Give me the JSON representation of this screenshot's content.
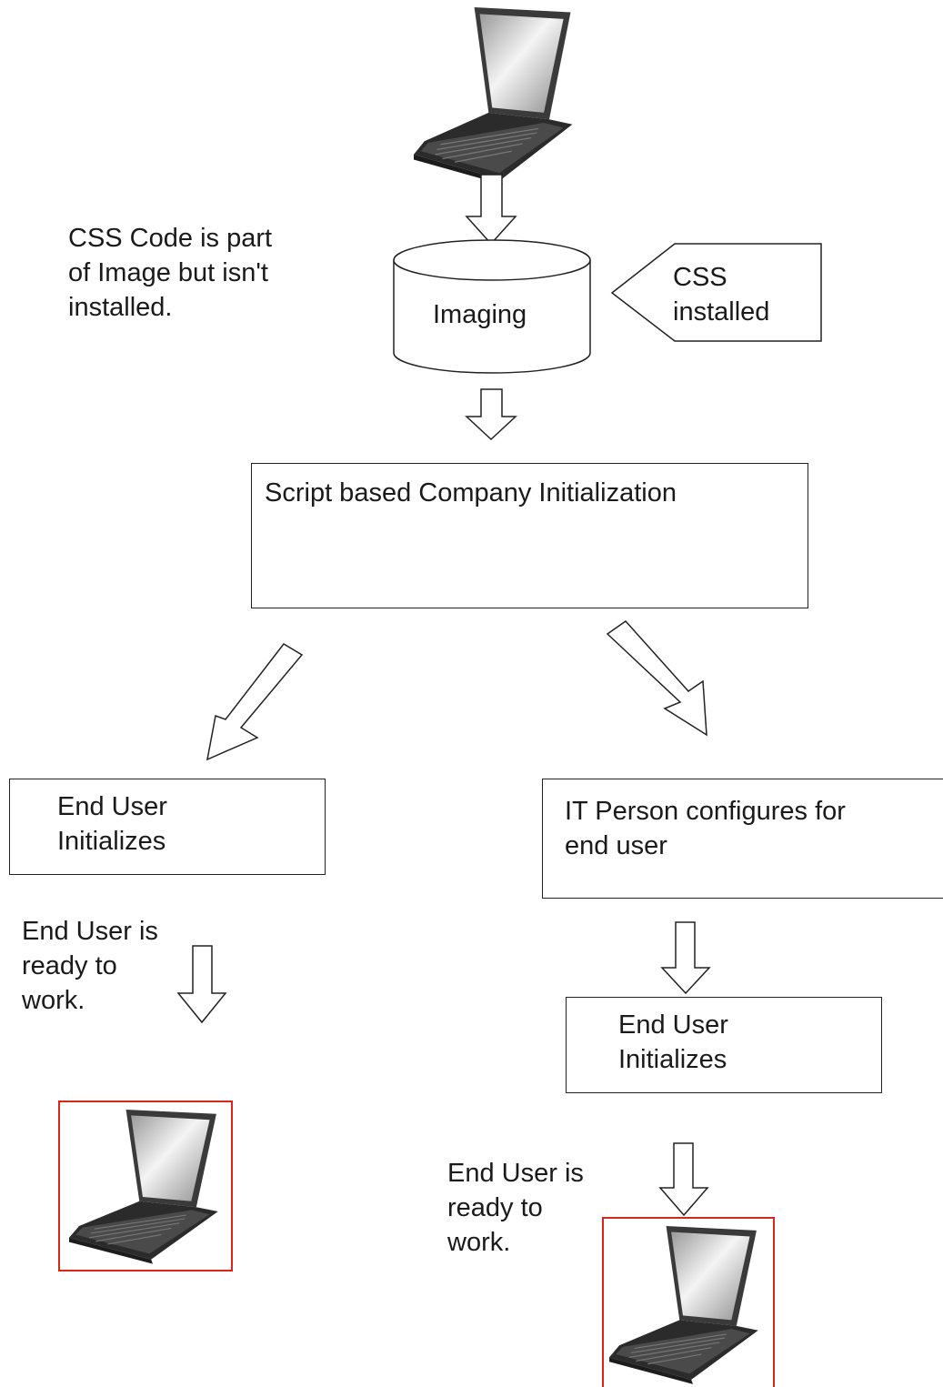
{
  "colors": {
    "line": "#222222",
    "highlight_frame": "#d9261c",
    "laptop_body": "#2b2b2b",
    "laptop_screen": "#cfcfcf"
  },
  "icons": {
    "source_laptop": "laptop-icon",
    "ready_laptop_left": "laptop-icon",
    "ready_laptop_right": "laptop-icon",
    "arrows": "hollow-arrow-icon"
  },
  "diagram": {
    "note_left": "CSS Code is part\nof Image but isn't\ninstalled.",
    "imaging_label": "Imaging",
    "css_installed_label": "CSS\ninstalled",
    "company_init_label": "Script based Company Initialization",
    "left_branch": {
      "box_label": "End User\nInitializes",
      "ready_text": "End User is\nready to\nwork."
    },
    "right_branch": {
      "it_box_label": "IT Person configures for\nend user",
      "box_label": "End User\nInitializes",
      "ready_text": "End User is\nready to\nwork."
    }
  }
}
